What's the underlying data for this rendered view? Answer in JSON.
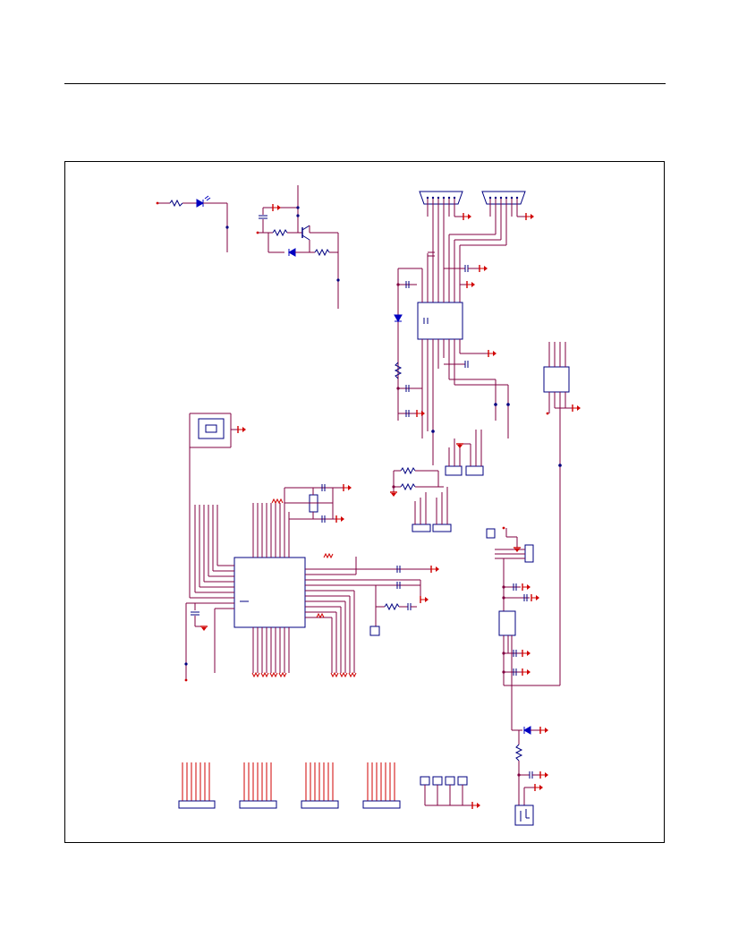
{
  "page": {
    "has_header_rule": true
  },
  "colors": {
    "wire": "#800040",
    "component": "#000080",
    "ground": "#d00000",
    "diode": "#0000c0",
    "frame": "#000000"
  },
  "schematic": {
    "sections": [
      "led-indicator",
      "transistor-regulator",
      "db9-connectors",
      "serial-transceiver-ic",
      "opto-coupler-block",
      "dip-switch",
      "main-controller-ic",
      "voltage-regulator",
      "power-input",
      "header-connectors"
    ]
  }
}
